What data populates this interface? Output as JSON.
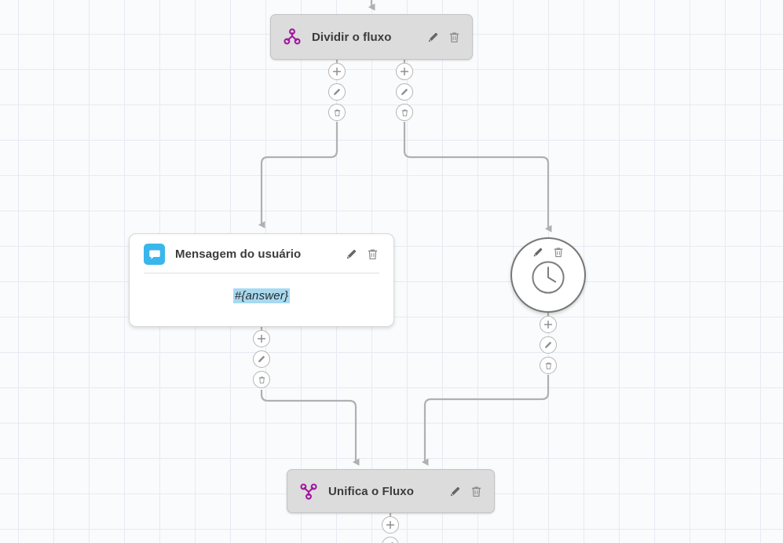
{
  "canvas": {
    "background_color": "#fafbfc",
    "grid_color": "#e6eaf2",
    "grid_size": 45
  },
  "palette": {
    "split_icon_color": "#a0169e",
    "merge_icon_color": "#a0169e",
    "message_badge_color": "#39b6ec",
    "node_bar_fill": "#dcdcdc",
    "node_card_fill": "#ffffff",
    "edge_color": "#b0b0b0",
    "variable_highlight": "#a8d9f0",
    "timer_border": "#777777"
  },
  "nodes": {
    "split": {
      "title": "Dividir o fluxo",
      "icon": "split-icon",
      "edit_label": "Editar",
      "delete_label": "Excluir"
    },
    "message": {
      "title": "Mensagem do usuário",
      "icon": "chat-bubble-icon",
      "content": "#{answer}",
      "edit_label": "Editar",
      "delete_label": "Excluir"
    },
    "timer": {
      "title": "",
      "icon": "clock-icon",
      "edit_label": "Editar",
      "delete_label": "Excluir"
    },
    "merge": {
      "title": "Unifica o Fluxo",
      "icon": "merge-icon",
      "edit_label": "Editar",
      "delete_label": "Excluir"
    }
  },
  "connector_actions": {
    "add_label": "+",
    "edit_label": "Editar transição",
    "delete_label": "Excluir transição"
  }
}
